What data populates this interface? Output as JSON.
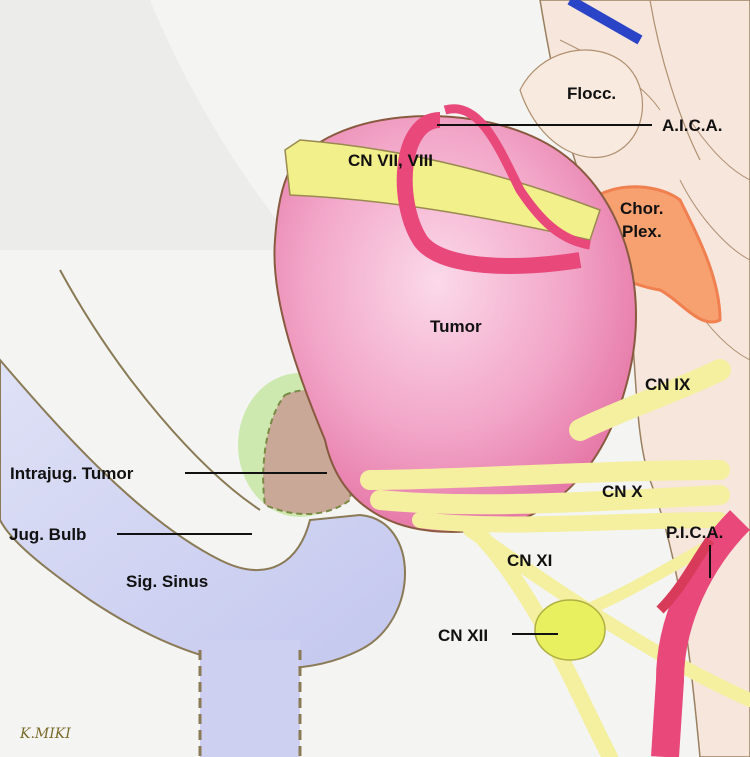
{
  "figure": {
    "type": "anatomical illustration",
    "signature": "K.MIKI"
  },
  "labels": {
    "flocc": "Flocc.",
    "aica": "A.I.C.A.",
    "cn_vii_viii": "CN VII, VIII",
    "chor_plex_line1": "Chor.",
    "chor_plex_line2": "Plex.",
    "tumor": "Tumor",
    "cn_ix": "CN IX",
    "intrajug_tumor": "Intrajug. Tumor",
    "cn_x": "CN X",
    "jug_bulb": "Jug. Bulb",
    "pica": "P.I.C.A.",
    "cn_xi": "CN XI",
    "sig_sinus": "Sig. Sinus",
    "cn_xii": "CN XII"
  },
  "colors": {
    "background": "#f4f4f2",
    "tumor": "#f2a6c8",
    "nerve": "#f4f0a0",
    "artery": "#e8487a",
    "sinus": "#c9cdf0",
    "chor_plex": "#f7a070",
    "brainstem": "#f6e6dc",
    "intrajug": "#c9a898",
    "green_halo": "#cde9b0"
  }
}
